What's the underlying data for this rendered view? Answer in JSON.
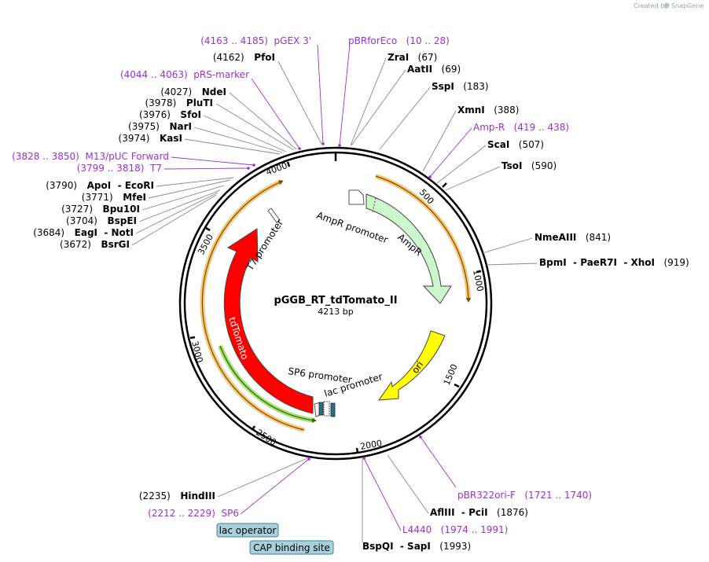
{
  "credit": {
    "created_by": "Created by",
    "app": "SnapGene"
  },
  "plasmid": {
    "name": "pGGB_RT_tdTomato_II",
    "length_label": "4213 bp",
    "length": 4213
  },
  "ticks": [
    "500",
    "1000",
    "1500",
    "2000",
    "2500",
    "3000",
    "3500",
    "4000"
  ],
  "features": [
    {
      "name": "AmpR promoter",
      "color": "#ffffff"
    },
    {
      "name": "AmpR",
      "color": "#ccf7cc"
    },
    {
      "name": "ori",
      "color": "#ffff00"
    },
    {
      "name": "tdTomato",
      "color": "#ff0000"
    },
    {
      "name": "T7 promoter",
      "color": "#ffffff"
    },
    {
      "name": "SP6 promoter",
      "color": "#ffffff"
    },
    {
      "name": "lac promoter",
      "color": "#ffffff"
    }
  ],
  "boxed_labels": [
    {
      "name": "lac operator",
      "color": "#a6d1dc"
    },
    {
      "name": "CAP binding site",
      "color": "#a6d1dc"
    }
  ],
  "labels": [
    {
      "kind": "primer",
      "text": "(4163 .. 4185)  pGEX 3'"
    },
    {
      "kind": "primer",
      "text": "pBRforEco   (10 .. 28)"
    },
    {
      "kind": "enzyme",
      "pos": "(4162)",
      "name": "PfoI"
    },
    {
      "kind": "enzyme",
      "name": "ZraI",
      "pos": "(67)"
    },
    {
      "kind": "enzyme",
      "name": "AatII",
      "pos": "(69)"
    },
    {
      "kind": "primer",
      "text": "(4044 .. 4063)  pRS-marker"
    },
    {
      "kind": "enzyme",
      "name": "SspI",
      "pos": "(183)"
    },
    {
      "kind": "enzyme",
      "pos": "(4027)",
      "name": "NdeI"
    },
    {
      "kind": "enzyme",
      "pos": "(3978)",
      "name": "PluTI"
    },
    {
      "kind": "enzyme",
      "name": "XmnI",
      "pos": "(388)"
    },
    {
      "kind": "enzyme",
      "pos": "(3976)",
      "name": "SfoI"
    },
    {
      "kind": "primer",
      "text": "Amp-R   (419 .. 438)"
    },
    {
      "kind": "enzyme",
      "pos": "(3975)",
      "name": "NarI"
    },
    {
      "kind": "enzyme",
      "pos": "(3974)",
      "name": "KasI"
    },
    {
      "kind": "enzyme",
      "name": "ScaI",
      "pos": "(507)"
    },
    {
      "kind": "primer",
      "text": "(3828 .. 3850)  M13/pUC Forward"
    },
    {
      "kind": "enzyme",
      "name": "TsoI",
      "pos": "(590)"
    },
    {
      "kind": "primer",
      "text": "(3799 .. 3818)  T7"
    },
    {
      "kind": "enzyme",
      "pos": "(3790)",
      "name": "ApoI  - EcoRI"
    },
    {
      "kind": "enzyme",
      "pos": "(3771)",
      "name": "MfeI"
    },
    {
      "kind": "enzyme",
      "pos": "(3727)",
      "name": "Bpu10I"
    },
    {
      "kind": "enzyme",
      "pos": "(3704)",
      "name": "BspEI"
    },
    {
      "kind": "enzyme",
      "pos": "(3684)",
      "name": "EagI  - NotI"
    },
    {
      "kind": "enzyme",
      "pos": "(3672)",
      "name": "BsrGI"
    },
    {
      "kind": "enzyme",
      "name": "NmeAIII",
      "pos": "(841)"
    },
    {
      "kind": "enzyme",
      "name": "BpmI  - PaeR7I  - XhoI",
      "pos": "(919)"
    },
    {
      "kind": "primer",
      "text": "pBR322ori-F   (1721 .. 1740)"
    },
    {
      "kind": "enzyme",
      "pos": "(2235)",
      "name": "HindIII"
    },
    {
      "kind": "enzyme",
      "name": "AflIII  - PciI",
      "pos": "(1876)"
    },
    {
      "kind": "primer",
      "text": "(2212 .. 2229)  SP6"
    },
    {
      "kind": "primer",
      "text": "L4440   (1974 .. 1991)"
    },
    {
      "kind": "enzyme",
      "name": "BspQI  - SapI",
      "pos": "(1993)"
    }
  ]
}
